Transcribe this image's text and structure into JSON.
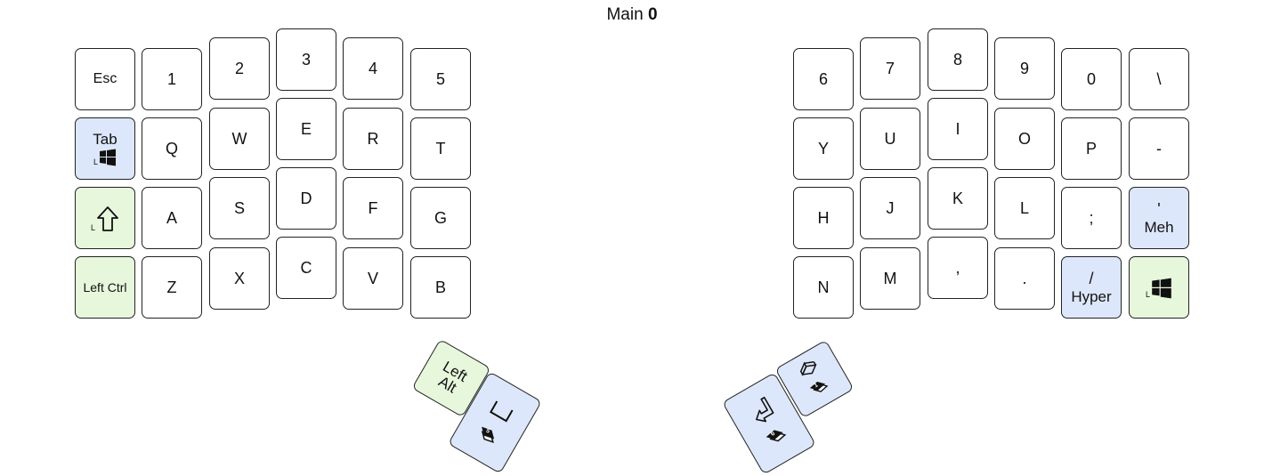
{
  "title": {
    "label": "Main",
    "layer": "0"
  },
  "keys": {
    "esc": "Esc",
    "n1": "1",
    "n2": "2",
    "n3": "3",
    "n4": "4",
    "n5": "5",
    "tab": "Tab",
    "q": "Q",
    "w": "W",
    "e": "E",
    "r": "R",
    "t": "T",
    "a": "A",
    "s": "S",
    "d": "D",
    "f": "F",
    "g": "G",
    "left_ctrl": "Left Ctrl",
    "z": "Z",
    "x": "X",
    "c": "C",
    "v": "V",
    "b": "B",
    "n6": "6",
    "n7": "7",
    "n8": "8",
    "n9": "9",
    "n0": "0",
    "backslash": "\\",
    "y": "Y",
    "u": "U",
    "i": "I",
    "o": "O",
    "p": "P",
    "minus": "-",
    "h": "H",
    "j": "J",
    "k": "K",
    "l": "L",
    "semicolon": ";",
    "quote": "'",
    "meh": "Meh",
    "n": "N",
    "m": "M",
    "comma": ",",
    "period": ".",
    "slash": "/",
    "hyper": "Hyper",
    "left_alt": "Left Alt"
  },
  "hold_labels": {
    "left_modifier": "L"
  },
  "layer_badges": {
    "left_thumb": "5",
    "right_thumb_inner": "6",
    "right_thumb_outer": "1"
  },
  "icons": {
    "windows": "windows-icon",
    "shift": "shift-arrow-icon",
    "space": "space-bar-icon",
    "enter": "enter-arrow-icon",
    "layer": "layer-stack-icon",
    "cube": "cube-icon"
  },
  "colors": {
    "blue_key": "#dde7fb",
    "green_key": "#e6f7dc",
    "plain_key": "#ffffff",
    "border": "#222222"
  }
}
